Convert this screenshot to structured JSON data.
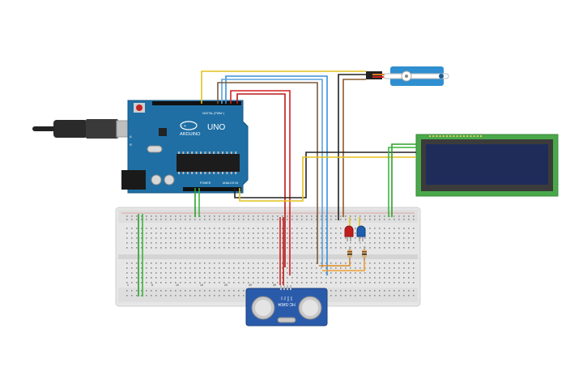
{
  "arduino": {
    "brand": "ARDUINO",
    "model": "UNO",
    "digital_label": "DIGITAL (PWM~)",
    "power_label": "POWER",
    "analog_label": "ANALOG IN",
    "board_color": "#1f6fa5"
  },
  "sensor": {
    "model_label": "HC-SR04",
    "pin_labels": [
      "Vcc",
      "Trig",
      "Echo",
      "Gnd"
    ],
    "board_color": "#2a5bab"
  },
  "lcd": {
    "board_color": "#4aa84a",
    "screen_color": "#1f2c5a"
  },
  "servo": {
    "body_color": "#2f8fd0"
  },
  "leds": [
    {
      "name": "red-led",
      "color": "#c21d1d"
    },
    {
      "name": "blue-led",
      "color": "#1f5fb0"
    }
  ],
  "breadboard": {
    "column_numbers": [
      "1",
      "5",
      "10",
      "15",
      "20",
      "25",
      "30"
    ]
  },
  "wire_colors": {
    "yellow": "#e3c21c",
    "red": "#d32020",
    "green": "#2ea02e",
    "black": "#222222",
    "blue": "#3a8fd8",
    "brown": "#8a5a2b",
    "orange": "#e08a1e"
  }
}
